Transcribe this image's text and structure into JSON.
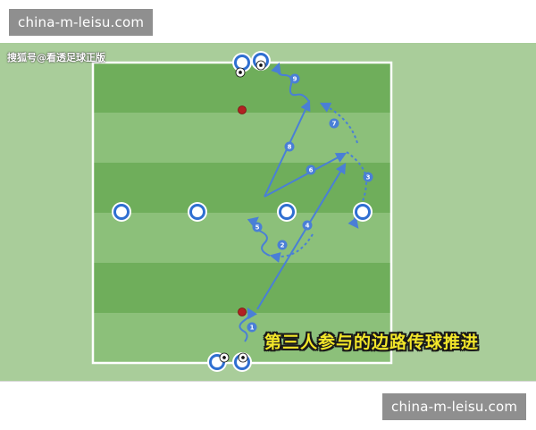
{
  "watermark_top": "china-m-leisu.com",
  "watermark_bottom": "china-m-leisu.com",
  "credit": "搜狐号@看透足球正版",
  "caption": "第三人参与的边路传球推进",
  "colors": {
    "pitch_dark": "#6fae5b",
    "pitch_light": "#8cc07a",
    "outer": "#a9cd9a",
    "arrow": "#4a7fd6",
    "player_ring": "#2f6fd1",
    "cone": "#b22222",
    "caption_text": "#f2e62a"
  },
  "pass_labels": [
    "1",
    "2",
    "3",
    "4",
    "5",
    "6",
    "7",
    "8",
    "9"
  ],
  "icons": [
    "player-marker-icon",
    "football-icon",
    "cone-marker-icon"
  ]
}
